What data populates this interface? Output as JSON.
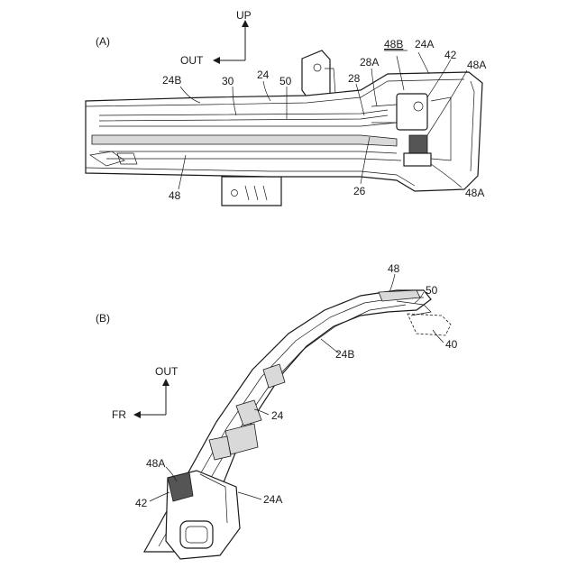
{
  "figure_a": {
    "label": "(A)",
    "axes": {
      "up": "UP",
      "out": "OUT"
    },
    "refs": {
      "r24b": "24B",
      "r30": "30",
      "r24": "24",
      "r50": "50",
      "r28": "28",
      "r28a": "28A",
      "r48b": "48B",
      "r24a": "24A",
      "r42": "42",
      "r48a_top": "48A",
      "r48": "48",
      "r26": "26",
      "r48a_bottom": "48A"
    }
  },
  "figure_b": {
    "label": "(B)",
    "axes": {
      "out": "OUT",
      "fr": "FR"
    },
    "refs": {
      "r48": "48",
      "r50": "50",
      "r40": "40",
      "r24b": "24B",
      "r24": "24",
      "r48a": "48A",
      "r42": "42",
      "r24a": "24A"
    }
  }
}
